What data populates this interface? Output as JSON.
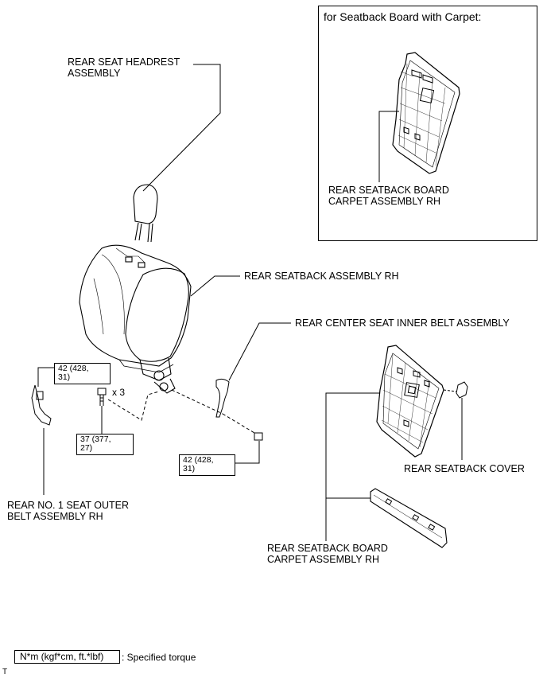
{
  "inset": {
    "title": "for Seatback Board with Carpet:",
    "part_label_line1": "REAR SEATBACK BOARD",
    "part_label_line2": "CARPET ASSEMBLY RH"
  },
  "parts": {
    "headrest_line1": "REAR SEAT HEADREST",
    "headrest_line2": "ASSEMBLY",
    "seatback": "REAR SEATBACK ASSEMBLY RH",
    "center_belt": "REAR CENTER SEAT INNER BELT ASSEMBLY",
    "outer_belt_line1": "REAR NO. 1 SEAT OUTER",
    "outer_belt_line2": "BELT ASSEMBLY RH",
    "cover": "REAR SEATBACK COVER",
    "board_line1": "REAR SEATBACK BOARD",
    "board_line2": "CARPET ASSEMBLY RH"
  },
  "torques": {
    "t1_line1": "42 (428,",
    "t1_line2": "31)",
    "t2_line1": "37 (377,",
    "t2_line2": "27)",
    "t3_line1": "42 (428,",
    "t3_line2": "31)"
  },
  "quantity": "x 3",
  "legend": {
    "box_text": "N*m (kgf*cm, ft.*lbf)",
    "description": ": Specified torque"
  },
  "corner_mark": "T"
}
